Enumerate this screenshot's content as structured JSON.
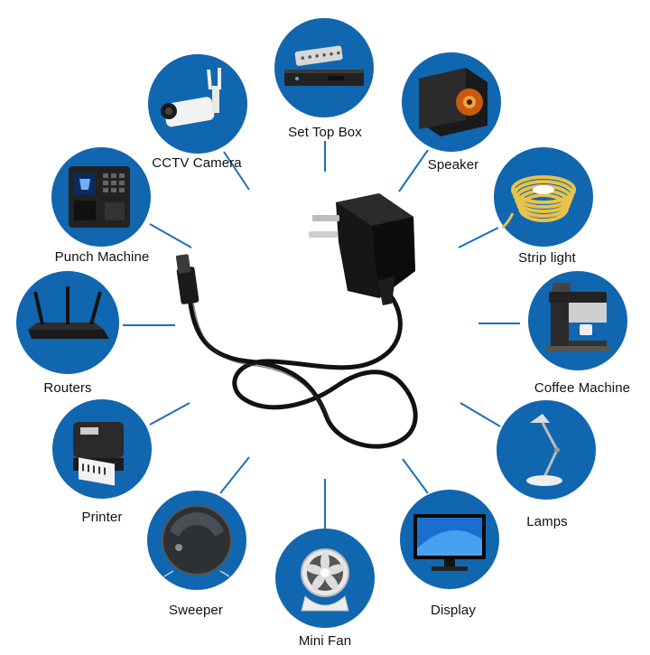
{
  "colors": {
    "circle": "#1166b0",
    "connector": "#1a6fc0",
    "cable": "#111111"
  },
  "devices": [
    {
      "label": "Set Top Box",
      "icon": "set-top-box-icon"
    },
    {
      "label": "Speaker",
      "icon": "speaker-icon"
    },
    {
      "label": "Strip light",
      "icon": "strip-light-icon"
    },
    {
      "label": "Coffee Machine",
      "icon": "coffee-machine-icon"
    },
    {
      "label": "Lamps",
      "icon": "lamp-icon"
    },
    {
      "label": "Display",
      "icon": "display-icon"
    },
    {
      "label": "Mini Fan",
      "icon": "mini-fan-icon"
    },
    {
      "label": "Sweeper",
      "icon": "robot-sweeper-icon"
    },
    {
      "label": "Printer",
      "icon": "printer-icon"
    },
    {
      "label": "Routers",
      "icon": "router-icon"
    },
    {
      "label": "Punch Machine",
      "icon": "punch-machine-icon"
    },
    {
      "label": "CCTV Camera",
      "icon": "cctv-camera-icon"
    }
  ],
  "center": {
    "icon": "power-adapter-icon"
  }
}
